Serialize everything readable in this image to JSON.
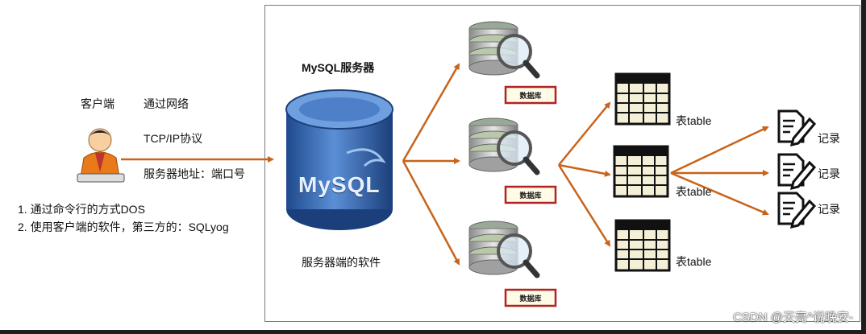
{
  "client": {
    "title": "客户端",
    "network": "通过网络",
    "protocol": "TCP/IP协议",
    "address": "服务器地址：端口号",
    "option1": "1. 通过命令行的方式DOS",
    "option2": "2. 使用客户端的软件，第三方的：SQLyog"
  },
  "server": {
    "title": "MySQL服务器",
    "software": "服务器端的软件",
    "logo": "MySQL"
  },
  "databases": [
    {
      "label": "数据库"
    },
    {
      "label": "数据库"
    },
    {
      "label": "数据库"
    }
  ],
  "tables": [
    {
      "label": "表table"
    },
    {
      "label": "表table"
    },
    {
      "label": "表table"
    }
  ],
  "records": [
    {
      "label": "记录"
    },
    {
      "label": "记录"
    },
    {
      "label": "记录"
    }
  ],
  "watermark": "CSDN @天亮^说晚安-",
  "colors": {
    "arrow": "#c8631a",
    "db_tag_border": "#b22222",
    "cylinder": "#2d5fa8"
  },
  "icons": [
    "user-icon",
    "database-server-icon",
    "database-search-icon",
    "table-icon",
    "record-document-icon"
  ]
}
